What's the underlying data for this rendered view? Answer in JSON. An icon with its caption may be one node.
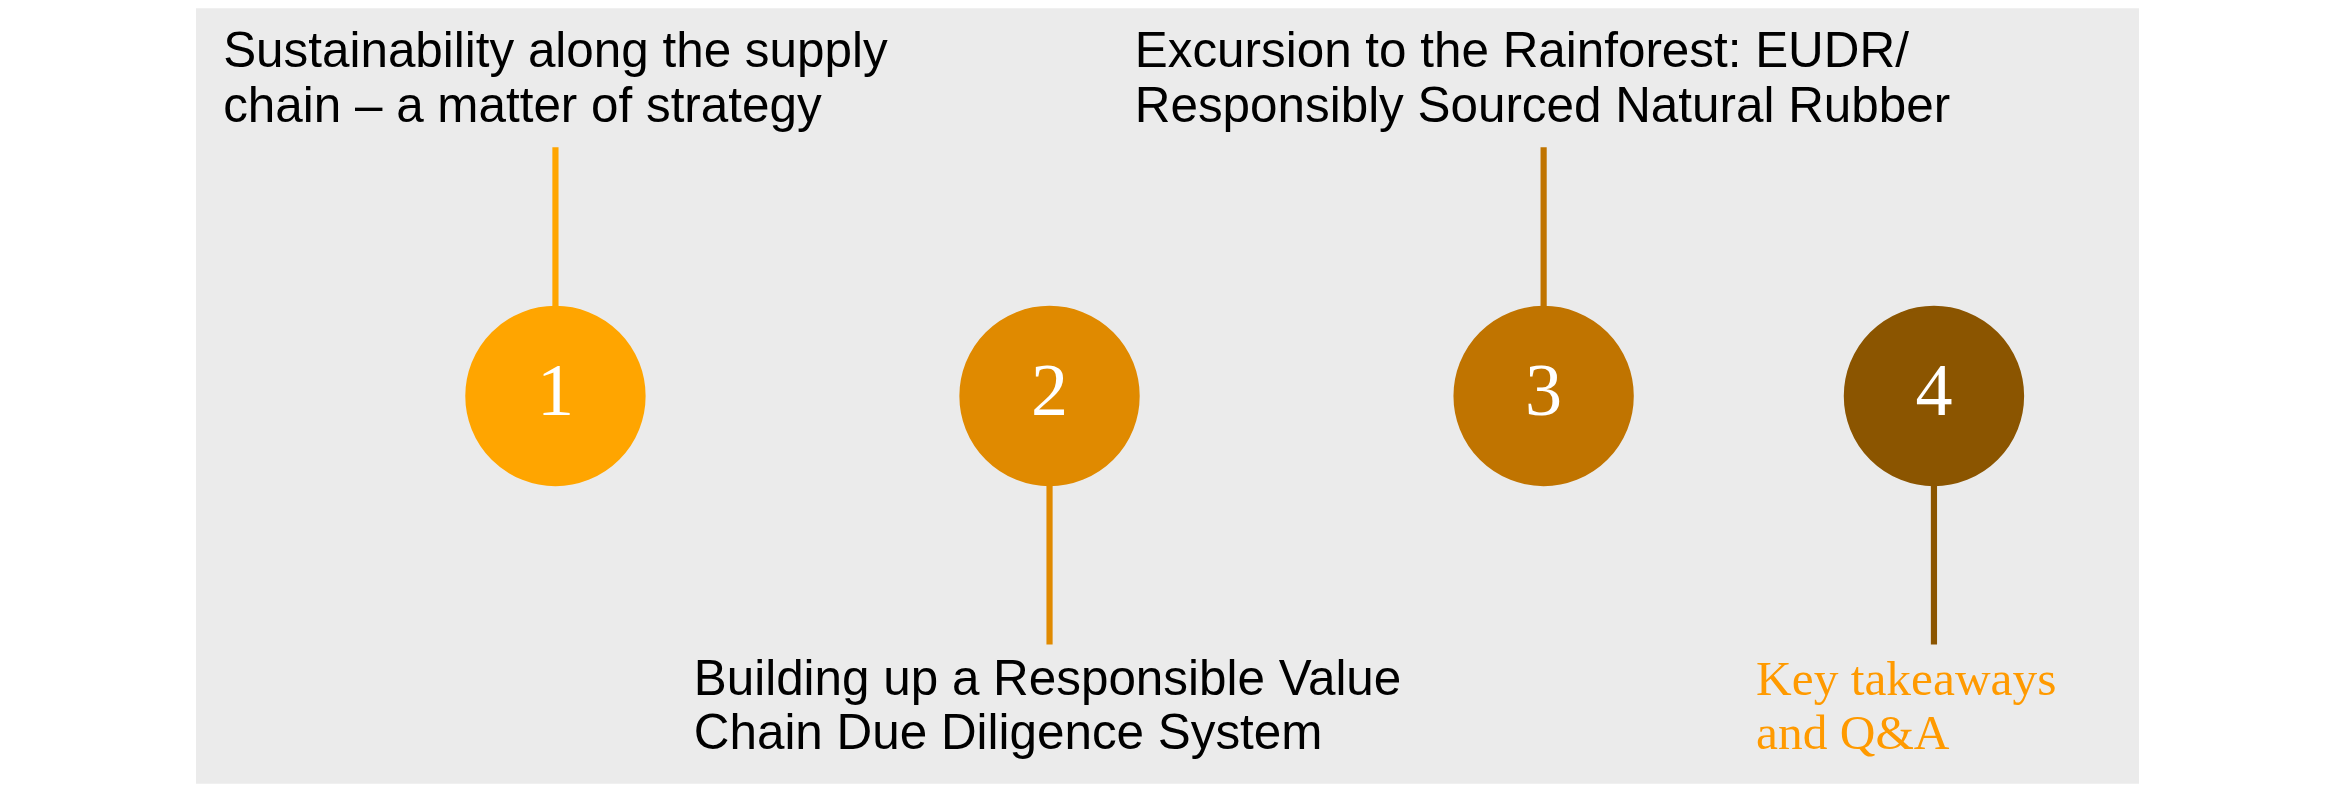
{
  "diagram": {
    "nodes": [
      {
        "text": [
          "1"
        ]
      },
      {
        "text": [
          "Sustainability along the supply chain – a matter of strategy"
        ]
      },
      {
        "text": [
          "2"
        ]
      },
      {
        "text": [
          "Building up a Responsible Value Chain Due Diligence System"
        ]
      },
      {
        "text": [
          "3"
        ]
      },
      {
        "text": [
          "Excursion to the Rainforest: EUDR/ Responsibly Sourced Natural Rubber"
        ]
      },
      {
        "text": [
          "4"
        ]
      },
      {
        "text": [
          "Key takeaways and Q&A"
        ]
      }
    ],
    "edges": [
      {
        "from": 0,
        "to": 1,
        "arrow": "none",
        "color": "#ffa500"
      },
      {
        "from": 2,
        "to": 3,
        "arrow": "none",
        "color": "#e08a00"
      },
      {
        "from": 4,
        "to": 5,
        "arrow": "none",
        "color": "#c07400"
      },
      {
        "from": 6,
        "to": 7,
        "arrow": "none",
        "color": "#8b5500"
      }
    ]
  }
}
